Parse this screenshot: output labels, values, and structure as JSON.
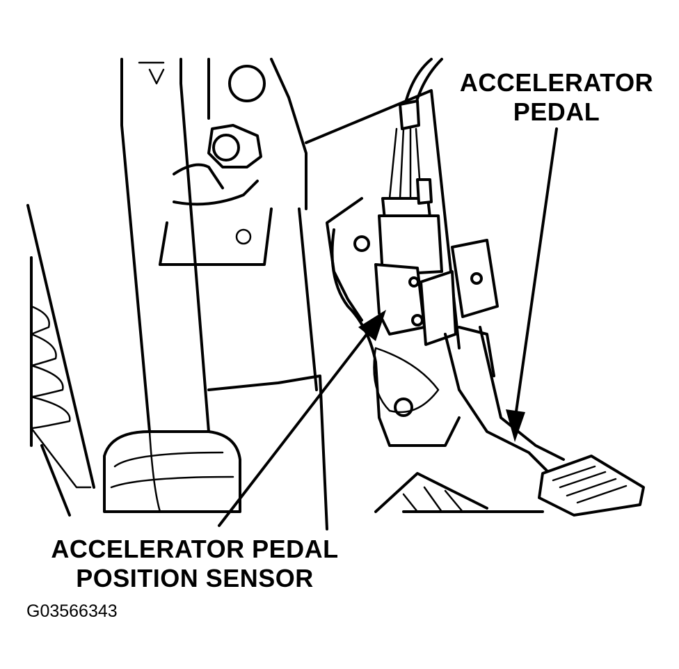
{
  "callouts": {
    "accelerator_pedal": {
      "line1": "ACCELERATOR",
      "line2": "PEDAL"
    },
    "pedal_position_sensor": {
      "line1": "ACCELERATOR PEDAL",
      "line2": "POSITION SENSOR"
    }
  },
  "figure_id": "G03566343",
  "colors": {
    "ink": "#000000",
    "paper": "#ffffff"
  }
}
